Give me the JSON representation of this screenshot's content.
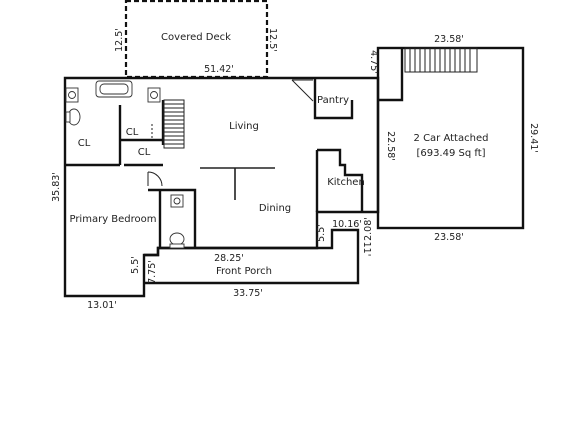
{
  "rooms": {
    "covered_deck": "Covered Deck",
    "living": "Living",
    "pantry": "Pantry",
    "kitchen": "Kitchen",
    "dining": "Dining",
    "primary_bedroom": "Primary Bedroom",
    "front_porch": "Front Porch",
    "garage_line1": "2 Car Attached",
    "garage_line2": "[693.49 Sq ft]",
    "closet_left": "CL",
    "closet_top": "CL",
    "closet_bottom": "CL"
  },
  "dimensions": {
    "deck_left": "12.5'",
    "deck_right": "12.5'",
    "deck_bottom": "51.42'",
    "garage_top": "23.58'",
    "garage_right": "29.41'",
    "garage_bottom": "23.58'",
    "garage_inner": "22.58'",
    "garage_offset": "4.75'",
    "left_wall": "35.83'",
    "porch_top": "28.25'",
    "porch_bottom": "33.75'",
    "bottom_left": "13.01'",
    "porch_left_a": "5.5'",
    "porch_left_b": "7.75'",
    "porch_right_a": "5.5'",
    "step_top": "10.16'",
    "step_right": "2.08'",
    "step_bottom": "11'"
  }
}
